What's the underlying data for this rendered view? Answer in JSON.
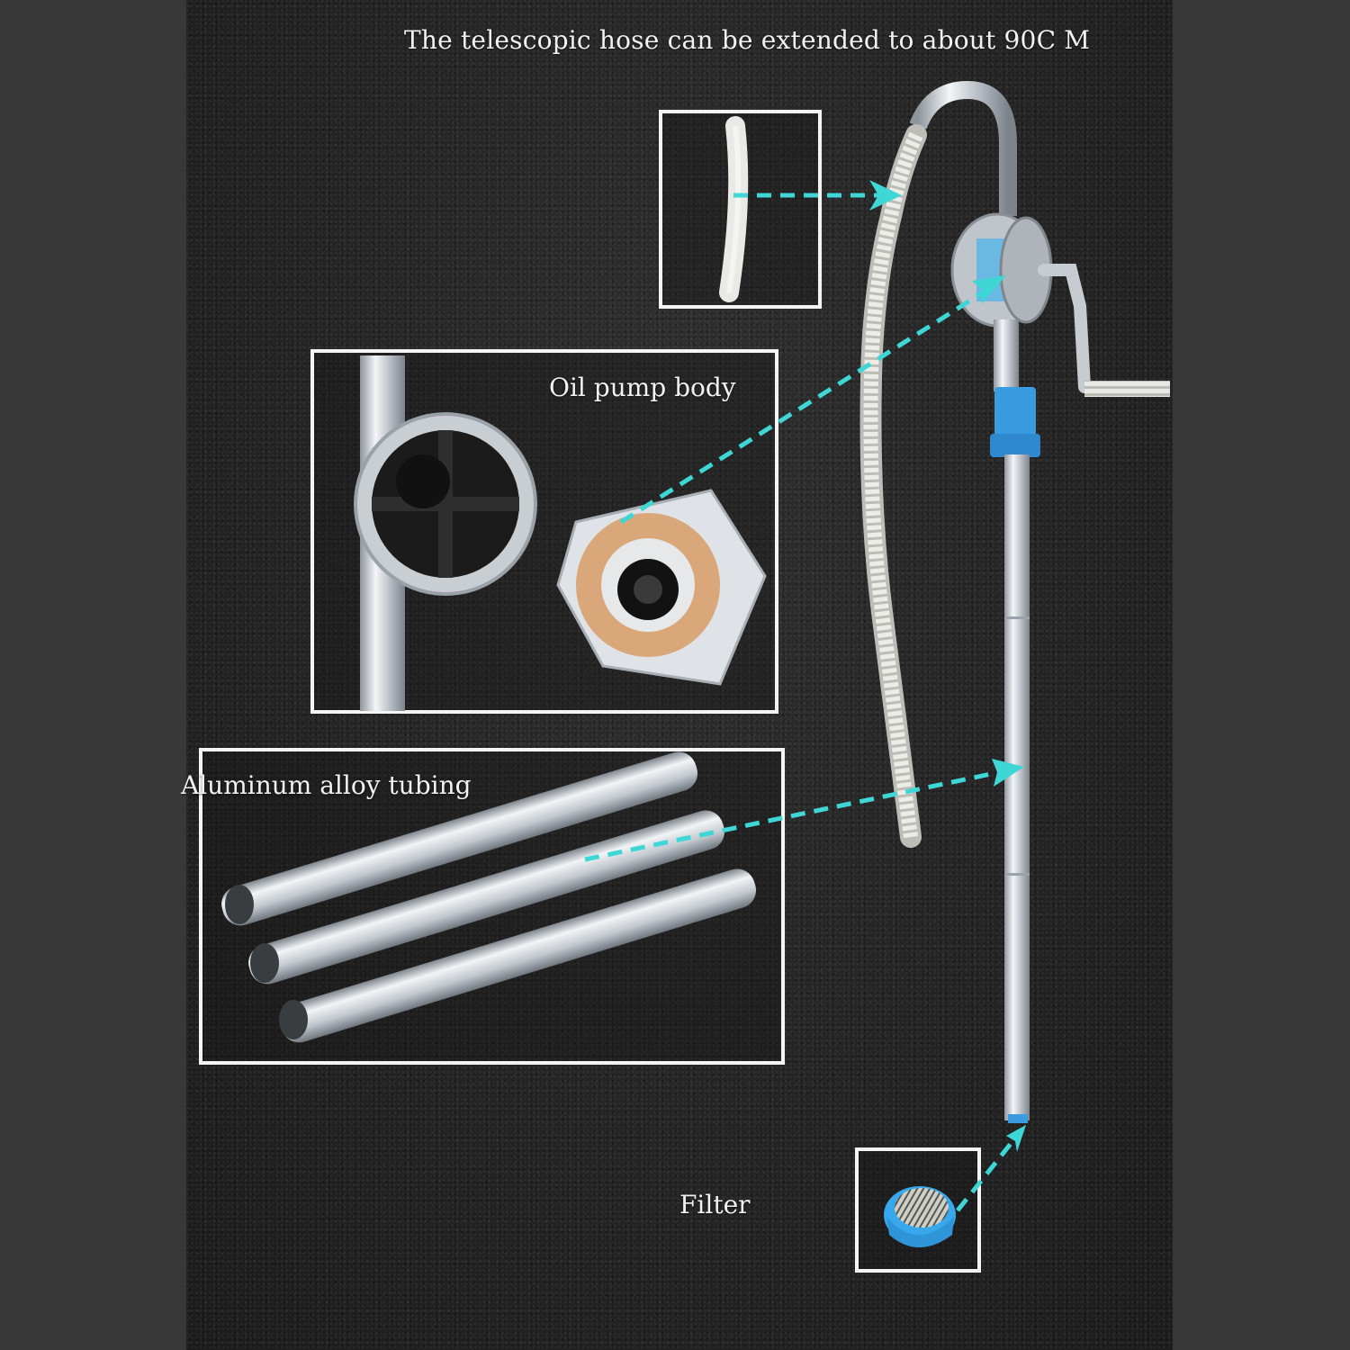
{
  "labels": {
    "headline": "The telescopic hose can be extended to about 90C M",
    "pump_body": "Oil pump body",
    "tubing": "Aluminum alloy tubing",
    "filter": "Filter"
  },
  "colors": {
    "frame": "#383838",
    "background": "#232323",
    "arrow": "#3fd6d6",
    "accent_blue": "#3a9be0",
    "box_border": "#f4f4f4",
    "metal": "#c9ced3",
    "hose": "#e6e6e2",
    "gasket": "#d9a77a"
  },
  "callouts": [
    {
      "id": "hose",
      "label_key": "headline"
    },
    {
      "id": "pump-body",
      "label_key": "pump_body"
    },
    {
      "id": "tubing",
      "label_key": "tubing"
    },
    {
      "id": "filter",
      "label_key": "filter"
    }
  ]
}
